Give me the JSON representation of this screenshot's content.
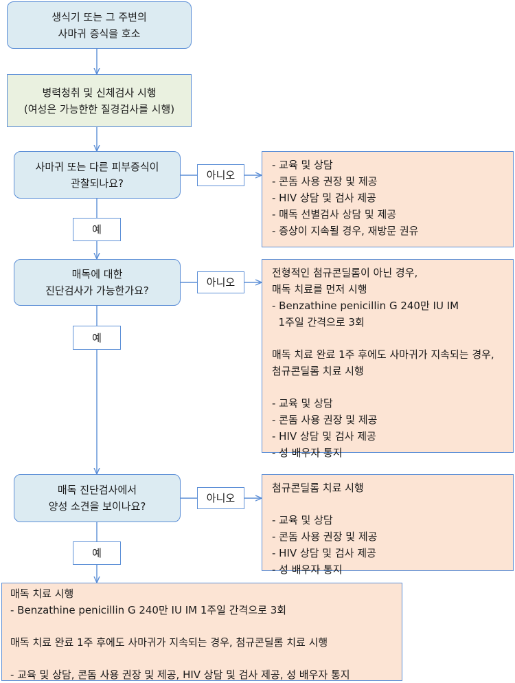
{
  "nodes": {
    "start": {
      "lines": [
        "생식기 또는 그 주변의",
        "사마귀 증식을 호소"
      ]
    },
    "exam": {
      "lines": [
        "병력청취 및 신체검사 시행",
        "(여성은 가능한한 질경검사를 시행)"
      ]
    },
    "q1": {
      "lines": [
        "사마귀 또는 다른 피부증식이",
        "관찰되나요?"
      ]
    },
    "q2": {
      "lines": [
        "매독에 대한",
        "진단검사가 가능한가요?"
      ]
    },
    "q3": {
      "lines": [
        "매독 진단검사에서",
        "양성 소견을 보이나요?"
      ]
    }
  },
  "labels": {
    "no": "아니오",
    "yes": "예"
  },
  "outcomes": {
    "o1": {
      "lines": [
        "- 교육 및 상담",
        "- 콘돔 사용 권장 및 제공",
        "- HIV 상담 및 검사 제공",
        "- 매독 선별검사 상담 및 제공",
        "- 증상이 지속될 경우, 재방문 권유"
      ]
    },
    "o2": {
      "lines": [
        "전형적인 첨규콘딜롬이 아닌 경우,",
        "매독 치료를 먼저 시행",
        "- Benzathine penicillin G 240만 IU IM",
        "  1주일 간격으로 3회",
        "",
        "매독 치료 완료 1주 후에도 사마귀가 지속되는 경우,",
        "첨규콘딜롬 치료 시행",
        "",
        "- 교육 및 상담",
        "- 콘돔 사용 권장 및 제공",
        "- HIV 상담 및 검사 제공",
        "- 성 배우자 통지"
      ]
    },
    "o3": {
      "lines": [
        "첨규콘딜롬 치료 시행",
        "",
        "- 교육 및 상담",
        "- 콘돔 사용 권장 및 제공",
        "- HIV 상담 및 검사 제공",
        "- 성 배우자 통지"
      ]
    },
    "final": {
      "lines": [
        "매독 치료 시행",
        "- Benzathine penicillin G 240만 IU IM 1주일 간격으로 3회",
        "",
        "매독 치료 완료 1주 후에도 사마귀가 지속되는 경우, 첨규콘딜롬 치료 시행",
        "",
        "- 교육 및 상담, 콘돔 사용 권장 및 제공, HIV 상담 및 검사 제공, 성 배우자 통지"
      ]
    }
  },
  "colors": {
    "border": "#5b8ed6",
    "start_fill": "#dcebf2",
    "exam_fill": "#eaf1e0",
    "outcome_fill": "#fce4d4"
  }
}
